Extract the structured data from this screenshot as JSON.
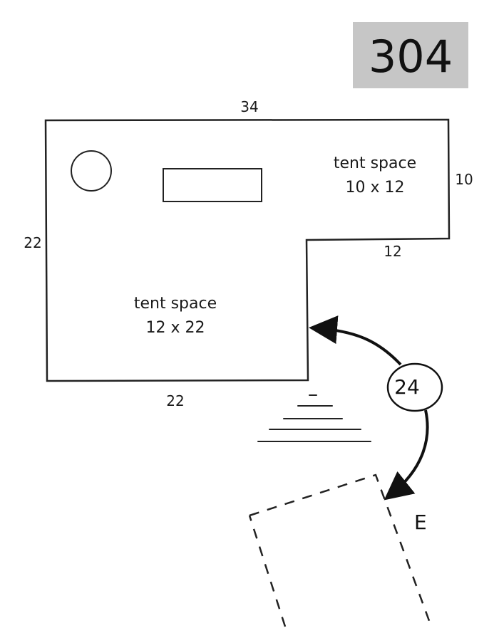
{
  "site": {
    "number": "304",
    "badge_color": "#c6c6c6"
  },
  "dimensions": {
    "top": "34",
    "left": "22",
    "right_upper": "10",
    "step_horizontal": "12",
    "bottom": "22"
  },
  "tent_spaces": [
    {
      "label": "tent space",
      "size": "10 x 12"
    },
    {
      "label": "tent space",
      "size": "12 x 22"
    }
  ],
  "distance": {
    "value": "24"
  },
  "entrance": {
    "label": "E"
  },
  "colors": {
    "line": "#222222",
    "badge_bg": "#c6c6c6"
  }
}
